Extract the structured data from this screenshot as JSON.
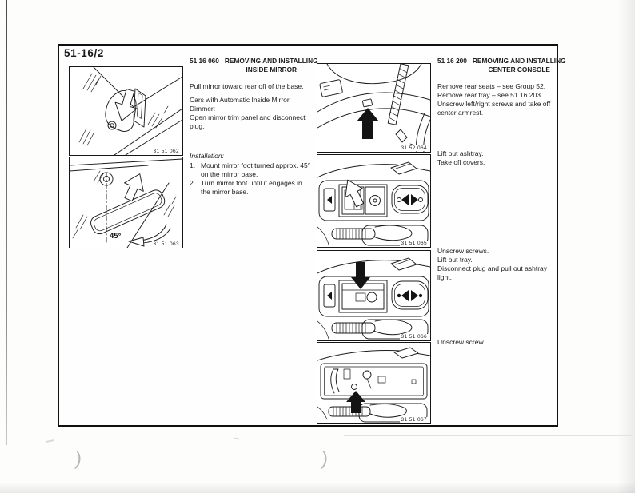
{
  "page": {
    "number": "51-16/2"
  },
  "left_column": {
    "section": {
      "code": "51 16 060",
      "title": "REMOVING AND INSTALLING\nINSIDE MIRROR",
      "para1": "Pull mirror toward rear off of the base.",
      "para2": "Cars with Automatic Inside Mirror\nDimmer:\nOpen mirror trim panel and disconnect\nplug.",
      "installation_label": "Installation:",
      "steps": [
        {
          "num": "1.",
          "text": "Mount mirror foot turned approx. 45°\non the mirror base."
        },
        {
          "num": "2.",
          "text": "Turn mirror foot until it engages in\nthe mirror base."
        }
      ]
    },
    "figures": [
      {
        "label": "31 51 062",
        "description": "mirror foot on windshield base with removal arrow"
      },
      {
        "label": "31 51 063",
        "annotation": "45°",
        "description": "inside mirror turned 45 degrees on base"
      }
    ]
  },
  "right_column": {
    "section": {
      "code": "51 16 200",
      "title": "REMOVING AND INSTALLING\nCENTER CONSOLE",
      "para1": "Remove rear seats – see Group 52.\nRemove rear tray – see 51 16 203.\nUnscrew left/right screws and take off\ncenter armrest.",
      "step2": "Lift out ashtray.\nTake off covers.",
      "step3": "Unscrew screws.\nLift out tray.\nDisconnect plug and pull out ashtray\nlight.",
      "step4": "Unscrew screw."
    },
    "figures": [
      {
        "label": "31 52 064",
        "description": "rear seat area, armrest screw arrow"
      },
      {
        "label": "31 51 065",
        "description": "console with ashtray lift arrow"
      },
      {
        "label": "31 51 066",
        "description": "console with screw arrow down"
      },
      {
        "label": "31 51 067",
        "description": "console tray removed, screw arrow"
      }
    ]
  },
  "artifacts": {
    "paren": ")"
  },
  "colors": {
    "ink": "#1b1b1b",
    "paper": "#fdfdfc",
    "frame": "#101010"
  }
}
